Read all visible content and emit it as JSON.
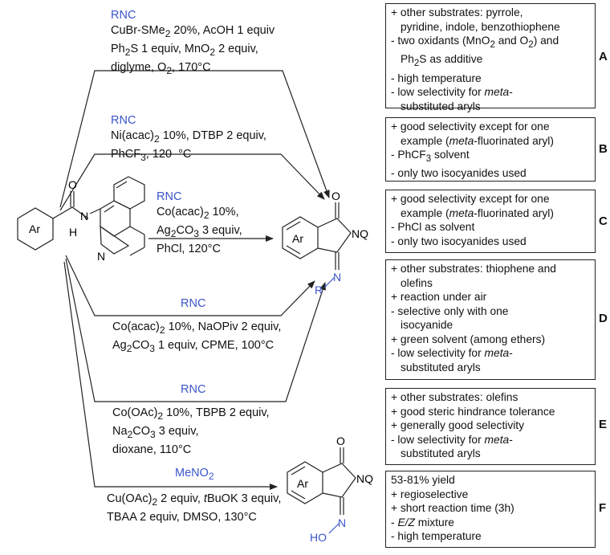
{
  "reactant": {
    "ar": "Ar",
    "o": "O",
    "n_amide": "N",
    "h": "H",
    "n_quin": "N"
  },
  "product": {
    "o": "O",
    "nq": "NQ",
    "ar": "Ar",
    "n_imine": "N",
    "r": "R"
  },
  "product_f": {
    "o": "O",
    "nq": "NQ",
    "ar": "Ar",
    "n_oxime": "N",
    "ho": "HO"
  },
  "routes": [
    {
      "reagent": "RNC",
      "conditions": [
        "CuBr-SMe<sub>2</sub> 20%, AcOH 1 equiv",
        "Ph<sub>2</sub>S 1 equiv, MnO<sub>2</sub> 2 equiv,",
        "diglyme, O<sub>2</sub>, 170°C"
      ],
      "label": "A",
      "notes": [
        {
          "t": "+ other substrates: pyrrole,",
          "i": false
        },
        {
          "t": "pyridine, indole, benzothiophene",
          "i": true
        },
        {
          "t": "- two oxidants (MnO<sub>2</sub> and O<sub>2</sub>) and",
          "i": false
        },
        {
          "t": "Ph<sub>2</sub>S as additive",
          "i": true
        },
        {
          "t": "- high temperature",
          "i": false
        },
        {
          "t": "- low selectivity for <i>meta</i>-",
          "i": false
        },
        {
          "t": "substituted aryls",
          "i": true
        }
      ]
    },
    {
      "reagent": "RNC",
      "conditions": [
        "Ni(acac)<sub>2</sub> 10%, DTBP 2 equiv,",
        "PhCF<sub>3</sub>, 120 &nbsp;°C"
      ],
      "label": "B",
      "notes": [
        {
          "t": "+ good selectivity except for one",
          "i": false
        },
        {
          "t": "example (<i>meta</i>-fluorinated aryl)",
          "i": true
        },
        {
          "t": "- PhCF<sub>3</sub> solvent",
          "i": false
        },
        {
          "t": "- only two isocyanides used",
          "i": false
        }
      ]
    },
    {
      "reagent": "RNC",
      "conditions": [
        "Co(acac)<sub>2</sub> 10%,",
        "Ag<sub>2</sub>CO<sub>3</sub> 3 equiv,",
        "PhCl, 120°C"
      ],
      "label": "C",
      "notes": [
        {
          "t": "+ good selectivity except for one",
          "i": false
        },
        {
          "t": "example (<i>meta</i>-fluorinated aryl)",
          "i": true
        },
        {
          "t": "- PhCl as solvent",
          "i": false
        },
        {
          "t": "- only two isocyanides used",
          "i": false
        }
      ]
    },
    {
      "reagent": "RNC",
      "conditions": [
        "Co(acac)<sub>2</sub> 10%, NaOPiv 2 equiv,",
        "Ag<sub>2</sub>CO<sub>3</sub> 1 equiv, CPME, 100°C"
      ],
      "label": "D",
      "notes": [
        {
          "t": "+ other substrates: thiophene and",
          "i": false
        },
        {
          "t": "olefins",
          "i": true
        },
        {
          "t": "+ reaction under air",
          "i": false
        },
        {
          "t": "- selective only with one",
          "i": false
        },
        {
          "t": "isocyanide",
          "i": true
        },
        {
          "t": "+ green solvent (among ethers)",
          "i": false
        },
        {
          "t": "- low selectivity for <i>meta</i>-",
          "i": false
        },
        {
          "t": "substituted aryls",
          "i": true
        }
      ]
    },
    {
      "reagent": "RNC",
      "conditions": [
        "Co(OAc)<sub>2</sub> 10%, TBPB 2 equiv,",
        "Na<sub>2</sub>CO<sub>3</sub> 3 equiv,",
        "dioxane, 110°C"
      ],
      "label": "E",
      "notes": [
        {
          "t": "+ other substrates: olefins",
          "i": false
        },
        {
          "t": "+ good steric hindrance tolerance",
          "i": false
        },
        {
          "t": "+ generally good selectivity",
          "i": false
        },
        {
          "t": "- low selectivity for <i>meta</i>-",
          "i": false
        },
        {
          "t": "substituted aryls",
          "i": true
        }
      ]
    },
    {
      "reagent": "MeNO<sub>2</sub>",
      "conditions": [
        "Cu(OAc)<sub>2</sub> 2 equiv, <i>t</i>BuOK 3 equiv,",
        "TBAA 2 equiv, DMSO, 130°C"
      ],
      "label": "F",
      "notes": [
        {
          "t": "53-81% yield",
          "i": false
        },
        {
          "t": "+ regioselective",
          "i": false
        },
        {
          "t": "+ short reaction time (3h)",
          "i": false
        },
        {
          "t": "- <i>E/Z</i> mixture",
          "i": false
        },
        {
          "t": "- high temperature",
          "i": false
        }
      ]
    }
  ]
}
